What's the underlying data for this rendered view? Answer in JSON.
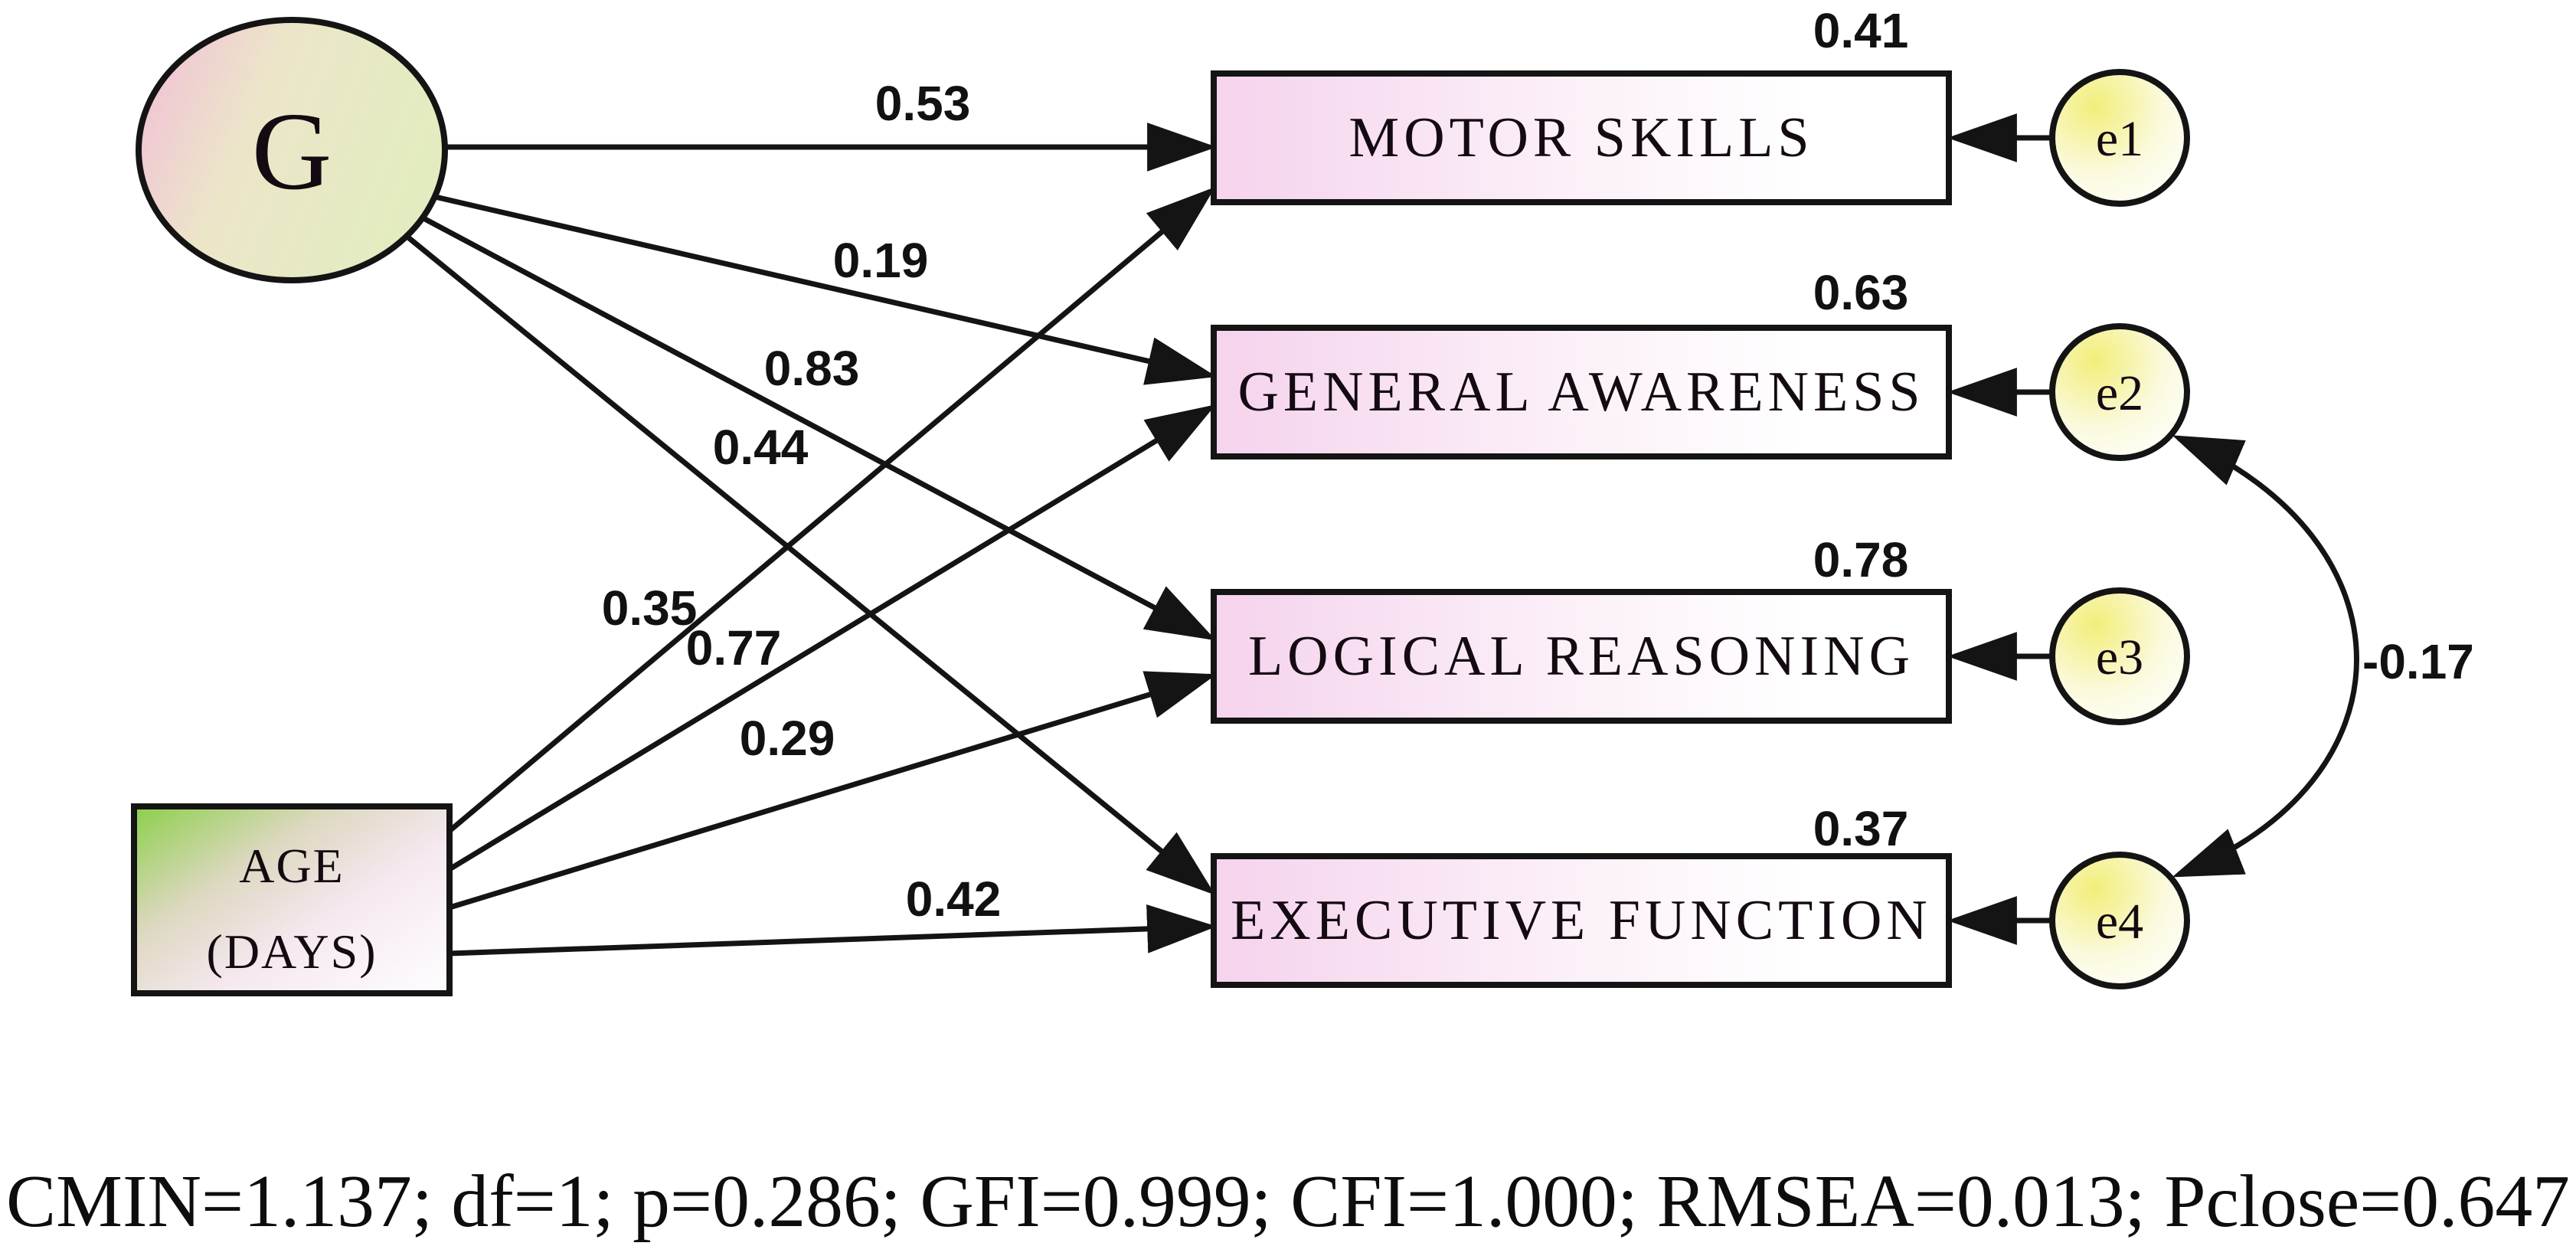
{
  "diagram": {
    "g_factor": {
      "label": "G"
    },
    "age": {
      "label_line1": "AGE",
      "label_line2": "(DAYS)"
    },
    "indicators": [
      {
        "label": "MOTOR SKILLS",
        "variance_explained": "0.41",
        "error": "e1",
        "g_loading": "0.53",
        "age_effect": "0.35"
      },
      {
        "label": "GENERAL AWARENESS",
        "variance_explained": "0.63",
        "error": "e2",
        "g_loading": "0.19",
        "age_effect": "0.77"
      },
      {
        "label": "LOGICAL REASONING",
        "variance_explained": "0.78",
        "error": "e3",
        "g_loading": "0.83",
        "age_effect": "0.29"
      },
      {
        "label": "EXECUTIVE FUNCTION",
        "variance_explained": "0.37",
        "error": "e4",
        "g_loading": "0.44",
        "age_effect": "0.42"
      }
    ],
    "error_covariance_label": "-0.17",
    "fit_statistics": "CMIN=1.137; df=1; p=0.286; GFI=0.999; CFI=1.000; RMSEA=0.013; Pclose=0.647",
    "colors": {
      "node_pink": "#f5d3ec",
      "age_green": "#8ccf4a",
      "error_yellow": "#f2ee7a",
      "gradient_rose": "#f2bcd8",
      "gradient_green": "#e3ecc0",
      "line_black": "#141414"
    }
  }
}
